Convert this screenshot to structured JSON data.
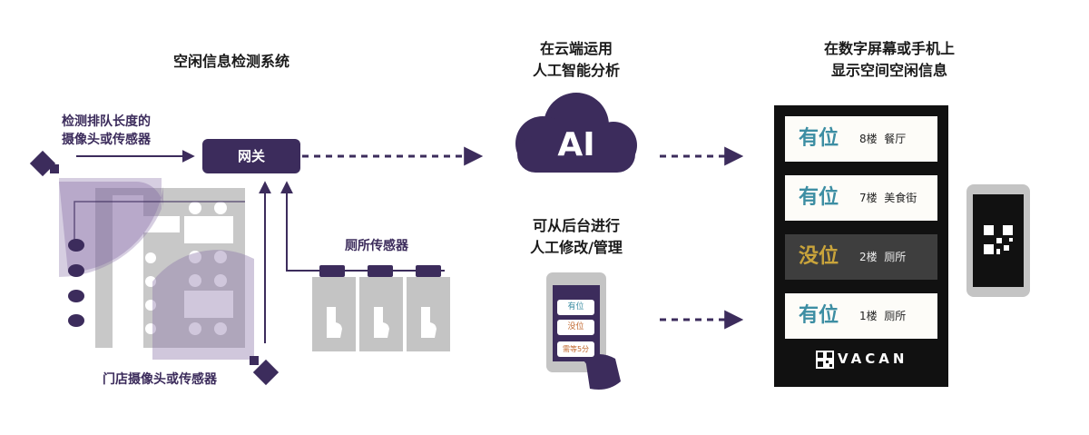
{
  "headings": {
    "detect_system": "空闲信息检测系统",
    "cloud_ai_line1": "在云端运用",
    "cloud_ai_line2": "人工智能分析",
    "display_line1": "在数字屏幕或手机上",
    "display_line2": "显示空间空闲信息"
  },
  "labels": {
    "queue_camera_line1": "检测排队长度的",
    "queue_camera_line2": "摄像头或传感器",
    "gateway": "网关",
    "toilet_sensor": "厕所传感器",
    "store_camera": "门店摄像头或传感器",
    "manual_line1": "可从后台进行",
    "manual_line2": "人工修改/管理",
    "ai": "AI"
  },
  "tablet": {
    "buttons": [
      "有位",
      "没位",
      "需等5分"
    ]
  },
  "display": {
    "brand": "VACAN",
    "rows": [
      {
        "status": "有位",
        "floor": "8楼",
        "place": "餐厅",
        "available": true
      },
      {
        "status": "有位",
        "floor": "7楼",
        "place": "美食街",
        "available": true
      },
      {
        "status": "没位",
        "floor": "2楼",
        "place": "厕所",
        "available": false
      },
      {
        "status": "有位",
        "floor": "1楼",
        "place": "厕所",
        "available": true
      }
    ]
  },
  "colors": {
    "primary_purple": "#3c2c5c",
    "light_purple": "#c8bfd9",
    "available_teal": "#3d8ea3",
    "unavailable_gold": "#c9a43b",
    "gray": "#c4c4c4"
  },
  "icons": [
    "camera-icon",
    "cloud-icon",
    "tablet-icon",
    "hand-pointer-icon",
    "qr-code-icon",
    "phone-icon",
    "toilet-icon",
    "arrow-icon"
  ]
}
